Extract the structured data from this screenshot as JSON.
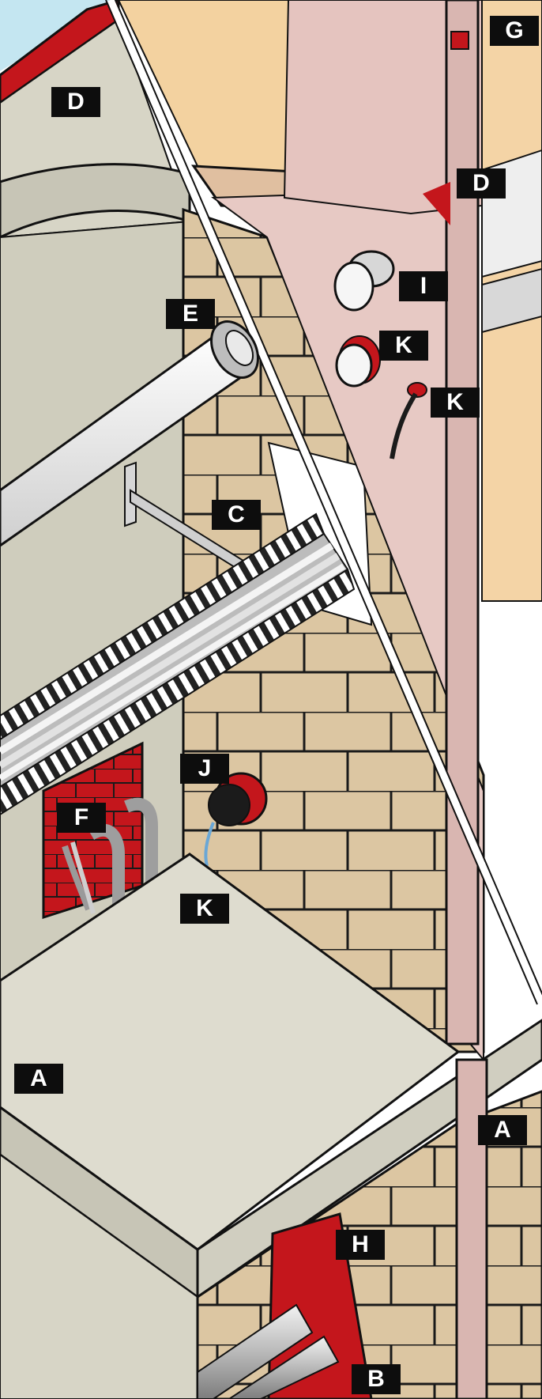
{
  "labels": {
    "A1": "A",
    "A2": "A",
    "B": "B",
    "C": "C",
    "D1": "D",
    "D2": "D",
    "E": "E",
    "F": "F",
    "G": "G",
    "H": "H",
    "I": "I",
    "J": "J",
    "K1": "K",
    "K2": "K",
    "K3": "K"
  },
  "colors": {
    "firestop_red": "#c4161c",
    "brick": "#dcc6a2",
    "mortar": "#1a1a1a",
    "wall_pink": "#e7c9c4",
    "ceiling_peach": "#f3d2a0",
    "concrete": "#d4d2c7",
    "floor": "#dedccf",
    "sky_blue": "#c4e6f1",
    "outline": "#111111"
  }
}
